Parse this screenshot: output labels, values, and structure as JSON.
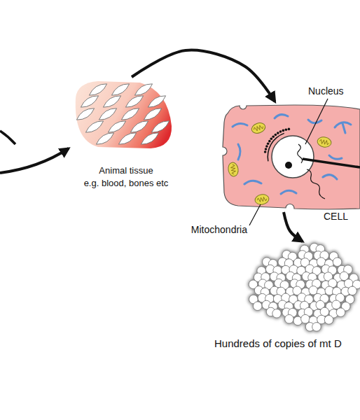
{
  "diagram": {
    "nodes": [
      {
        "text": [
          "Animal tissue",
          "e.g. blood, bones etc"
        ]
      },
      {
        "text": [
          "CELL"
        ]
      },
      {
        "text": [
          "Hundreds of copies of mt D"
        ]
      }
    ],
    "edges": [
      {
        "from": 0,
        "to": 1,
        "arrow": "to"
      },
      {
        "from": 1,
        "to": 2,
        "arrow": "to"
      }
    ],
    "labels": [
      "Nucleus",
      "Mitochondria"
    ]
  }
}
